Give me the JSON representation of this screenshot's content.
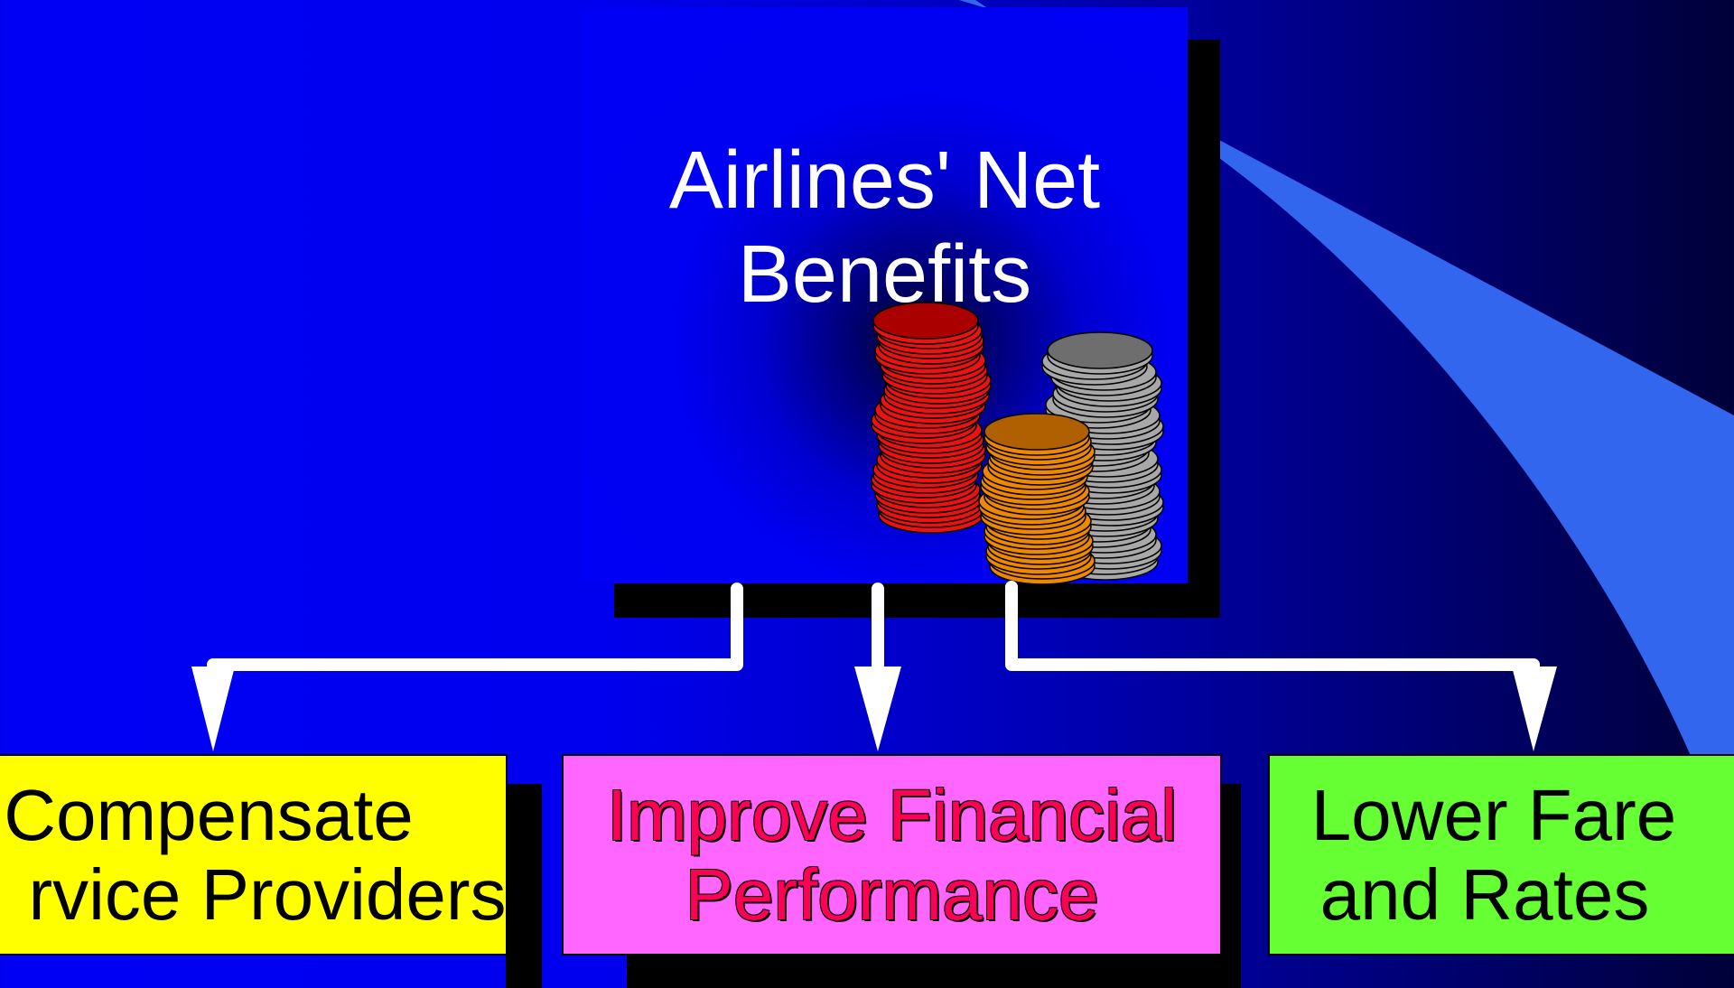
{
  "diagram": {
    "top_box": {
      "title_line1": "Airlines' Net",
      "title_line2": "Benefits",
      "illustration": "coin-stacks-icon"
    },
    "outcomes": [
      {
        "line1": "Compensate",
        "line2": "rvice Providers",
        "color": "#ffff00",
        "text_color": "#000000"
      },
      {
        "line1": "Improve Financial",
        "line2": "Performance",
        "color": "#ff66ff",
        "text_color": "#ff0055"
      },
      {
        "line1": "Lower Fare",
        "line2": "and Rates",
        "color": "#66ff33",
        "text_color": "#000000"
      }
    ]
  },
  "colors": {
    "background_left": "#0000f5",
    "background_right": "#000038",
    "swoosh": "#3366ee",
    "connector": "#ffffff",
    "shadow": "#000000"
  }
}
